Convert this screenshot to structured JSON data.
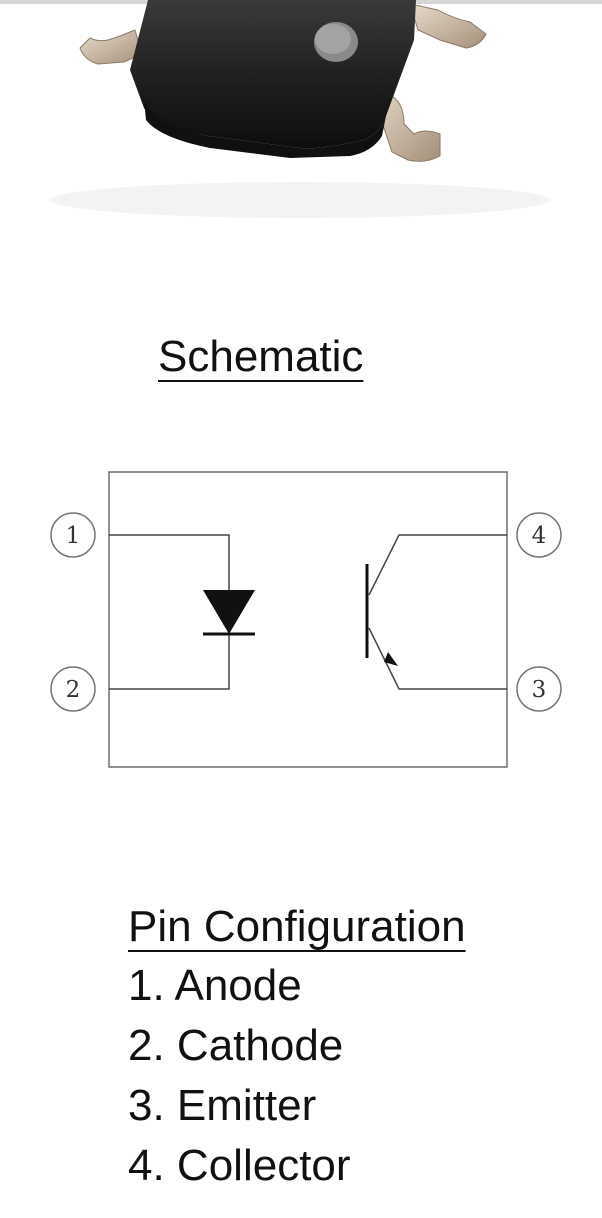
{
  "schematic": {
    "title": "Schematic",
    "pins": [
      "1",
      "2",
      "3",
      "4"
    ]
  },
  "pin_configuration": {
    "title": "Pin Configuration",
    "items": [
      {
        "label": "1. Anode"
      },
      {
        "label": "2. Cathode"
      },
      {
        "label": "3. Emitter"
      },
      {
        "label": "4. Collector"
      }
    ]
  }
}
